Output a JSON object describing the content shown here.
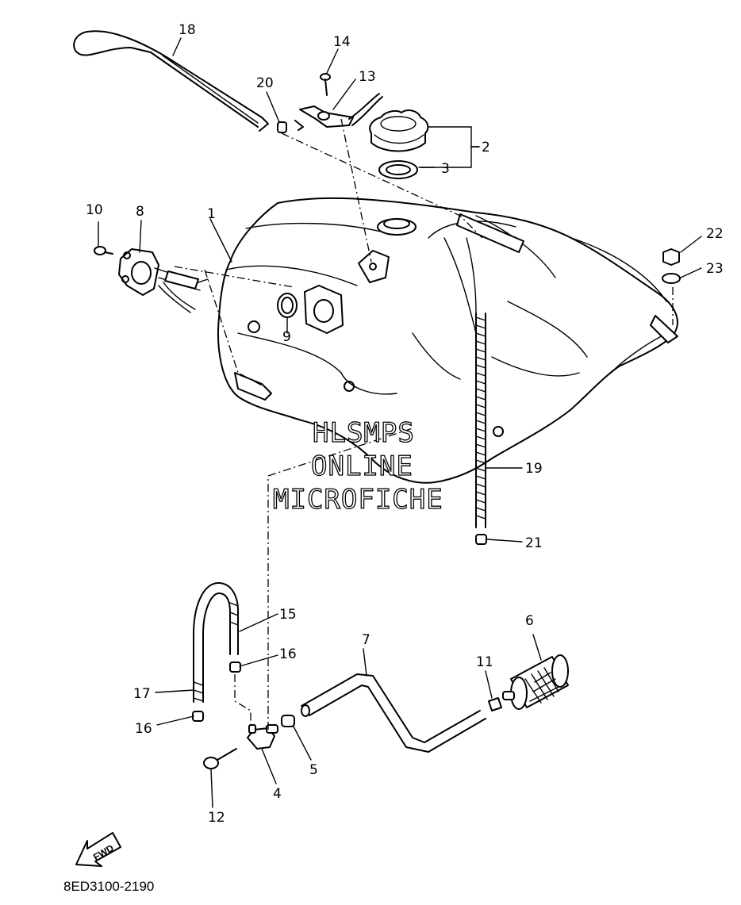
{
  "diagram_code": "8ED3100-2190",
  "watermark": [
    "HLSMPS",
    "ONLINE",
    "MICROFICHE"
  ],
  "fwd_arrow_label": "FWD",
  "callouts": [
    "1",
    "2",
    "3",
    "4",
    "5",
    "6",
    "7",
    "8",
    "9",
    "10",
    "11",
    "12",
    "13",
    "14",
    "15",
    "16",
    "16",
    "17",
    "18",
    "19",
    "20",
    "21",
    "22",
    "23"
  ]
}
